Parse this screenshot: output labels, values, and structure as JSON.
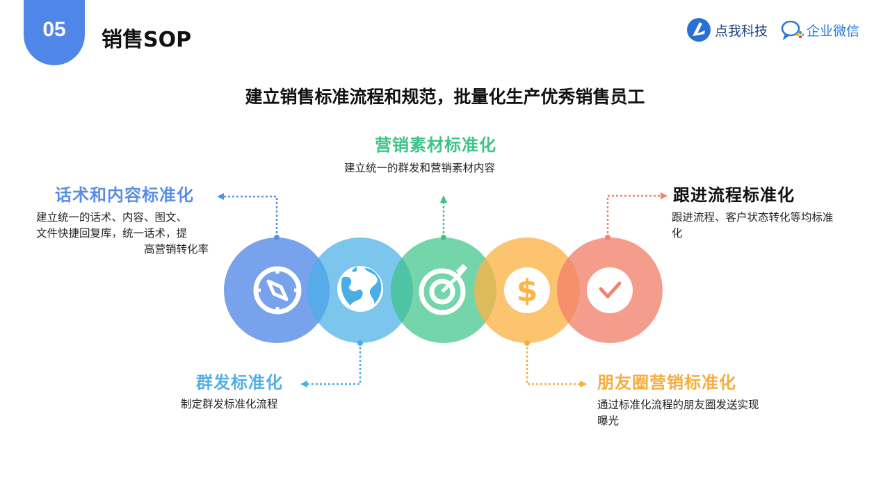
{
  "header": {
    "badge_number": "05",
    "page_title": "销售SOP",
    "logo1_text": "点我科技",
    "logo2_text": "企业微信"
  },
  "subtitle": "建立销售标准流程和规范，批量化生产优秀销售员工",
  "colors": {
    "blue": "#4f86e8",
    "lightblue": "#4aaee6",
    "green": "#3ec389",
    "orange": "#fbb447",
    "red": "#f2826b"
  },
  "items": [
    {
      "title": "话术和内容标准化",
      "desc_lines": [
        "建立统一的话术、内容、图文、",
        "文件快捷回复库，统一话术，提",
        "高营销转化率"
      ],
      "icon": "compass-icon",
      "color": "#5a8ee6"
    },
    {
      "title": "群发标准化",
      "desc_lines": [
        "制定群发标准化流程"
      ],
      "icon": "globe-icon",
      "color": "#53b0e6"
    },
    {
      "title": "营销素材标准化",
      "desc_lines": [
        "建立统一的群发和营销素材内容"
      ],
      "icon": "target-icon",
      "color": "#3ec389"
    },
    {
      "title": "朋友圈营销标准化",
      "desc_lines": [
        "通过标准化流程的朋友圈发送实现",
        "曝光"
      ],
      "icon": "dollar-icon",
      "color": "#f7ad3e"
    },
    {
      "title": "跟进流程标准化",
      "desc_lines": [
        "跟进流程、客户状态转化等均标准",
        "化"
      ],
      "icon": "check-icon",
      "color": "#f2826b"
    }
  ]
}
